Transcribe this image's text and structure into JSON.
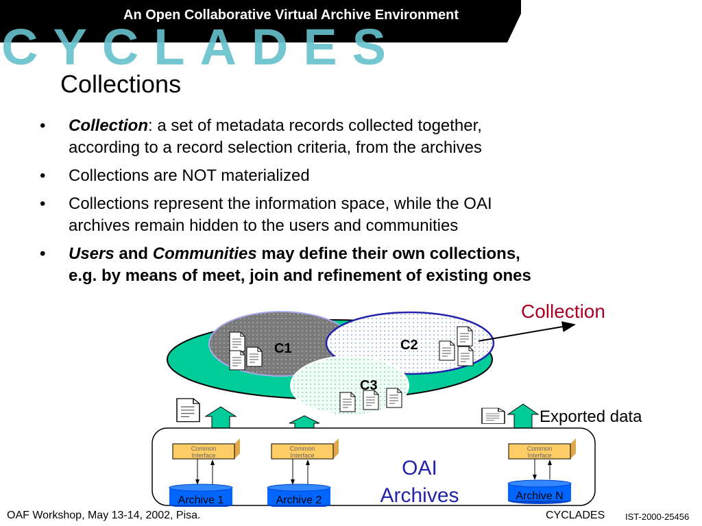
{
  "banner": {
    "tagline": "An  Open Collaborative Virtual Archive Environment",
    "logo_text": "CYCLADES",
    "colors": {
      "band": "#000000",
      "tagline": "#ffffff",
      "logo": "#66c2cc"
    }
  },
  "slide": {
    "title": "Collections",
    "bullets": {
      "b1": {
        "term": "Collection",
        "line1": ": a set of metadata records collected together,",
        "line2": "according to a record selection criteria, from the archives"
      },
      "b2": {
        "text": "Collections are NOT materialized"
      },
      "b3": {
        "line1": "Collections represent the information space, while the OAI",
        "line2": "archives remain hidden to the users and communities"
      },
      "b4": {
        "term1": "Users",
        "and": " and ",
        "term2": "Communities",
        "line1": " may define their own collections,",
        "line2": "e.g. by means of meet, join and refinement of existing ones"
      }
    }
  },
  "diagram": {
    "collection_label": "Collection",
    "c1_label": "C1",
    "c2_label": "C2",
    "c3_label": "C3",
    "exported_data_label": "Exported data",
    "oai_line1": "OAI",
    "oai_line2": "Archives",
    "common_interface_line1": "Common",
    "common_interface_line2": "Interface",
    "archives": [
      "Archive 1",
      "Archive 2",
      "Archive N"
    ],
    "colors": {
      "outer_ellipse": "#00cc99",
      "c1_fill": "#808080",
      "c2_fill": "#ffffff",
      "c3_fill": "#f2fff8",
      "c2_border": "#2222aa",
      "arrow": "#00cc99",
      "interface_box": "#ffcc66",
      "archive_cylinder": "#0066ff",
      "collection_label": "#aa0022",
      "oai_label": "#2222aa"
    }
  },
  "footer": {
    "left": "OAF Workshop, May 13-14, 2002, Pisa.",
    "brand": "CYCLADES",
    "code": "IST-2000-25456"
  }
}
